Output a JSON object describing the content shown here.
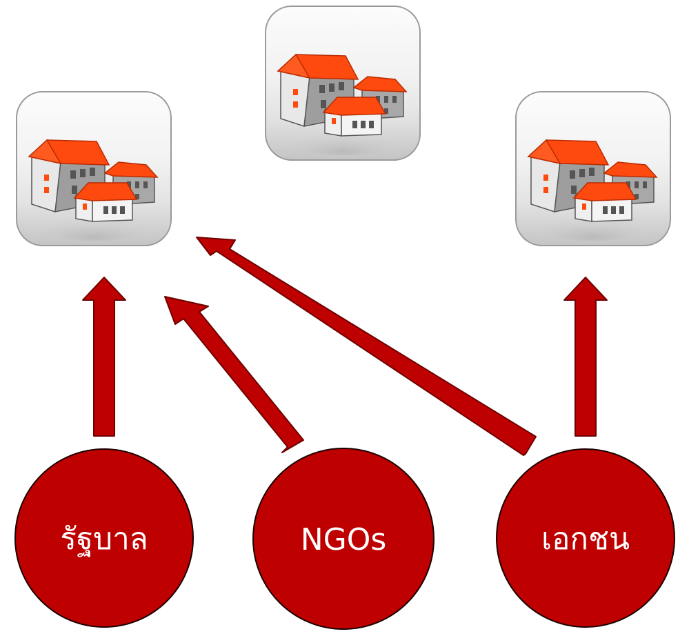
{
  "diagram": {
    "nodes": [
      {
        "id": "house-left",
        "kind": "house-icon"
      },
      {
        "id": "house-center",
        "kind": "house-icon"
      },
      {
        "id": "house-right",
        "kind": "house-icon"
      }
    ],
    "actors": [
      {
        "id": "government",
        "label": "รัฐบาล"
      },
      {
        "id": "ngos",
        "label": "NGOs"
      },
      {
        "id": "private",
        "label": "เอกชน"
      }
    ],
    "edges": [
      {
        "from": "government",
        "to": "house-left"
      },
      {
        "from": "ngos",
        "to": "house-left"
      },
      {
        "from": "private",
        "to": "house-left"
      },
      {
        "from": "private",
        "to": "house-right"
      }
    ],
    "colors": {
      "actor_fill": "#bf0000",
      "actor_stroke": "#1a0000",
      "arrow_fill": "#bf0000",
      "arrow_stroke": "#6e0000",
      "roof": "#ff4a0f",
      "wall": "#f2f2f2",
      "tile_top": "#ffffff",
      "tile_bottom": "#d0d0d0"
    }
  }
}
